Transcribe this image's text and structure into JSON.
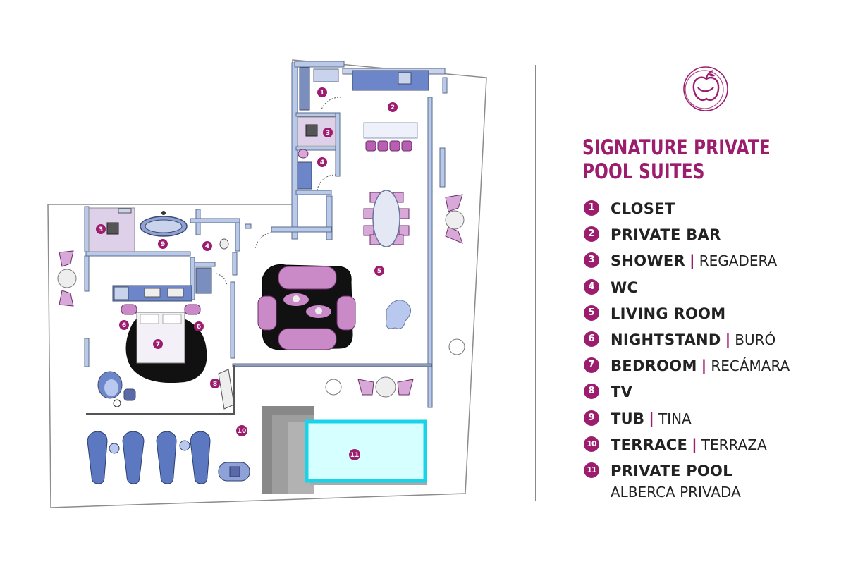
{
  "title": "SIGNATURE PRIVATE POOL SUITES",
  "accent_color": "#9c1c6e",
  "logo": "apple-swirl-logo",
  "legend": [
    {
      "num": "1",
      "name": "CLOSET",
      "es": ""
    },
    {
      "num": "2",
      "name": "PRIVATE BAR",
      "es": ""
    },
    {
      "num": "3",
      "name": "SHOWER",
      "es": "REGADERA"
    },
    {
      "num": "4",
      "name": "WC",
      "es": ""
    },
    {
      "num": "5",
      "name": "LIVING ROOM",
      "es": ""
    },
    {
      "num": "6",
      "name": "NIGHTSTAND",
      "es": "BURÓ"
    },
    {
      "num": "7",
      "name": "BEDROOM",
      "es": "RECÁMARA"
    },
    {
      "num": "8",
      "name": "TV",
      "es": ""
    },
    {
      "num": "9",
      "name": "TUB",
      "es": "TINA"
    },
    {
      "num": "10",
      "name": "TERRACE",
      "es": "TERRAZA"
    },
    {
      "num": "11",
      "name": "PRIVATE POOL",
      "es_line2": "ALBERCA PRIVADA"
    }
  ],
  "markers": [
    "1",
    "2",
    "3",
    "3",
    "4",
    "4",
    "5",
    "6",
    "6",
    "7",
    "8",
    "9",
    "10",
    "11"
  ]
}
